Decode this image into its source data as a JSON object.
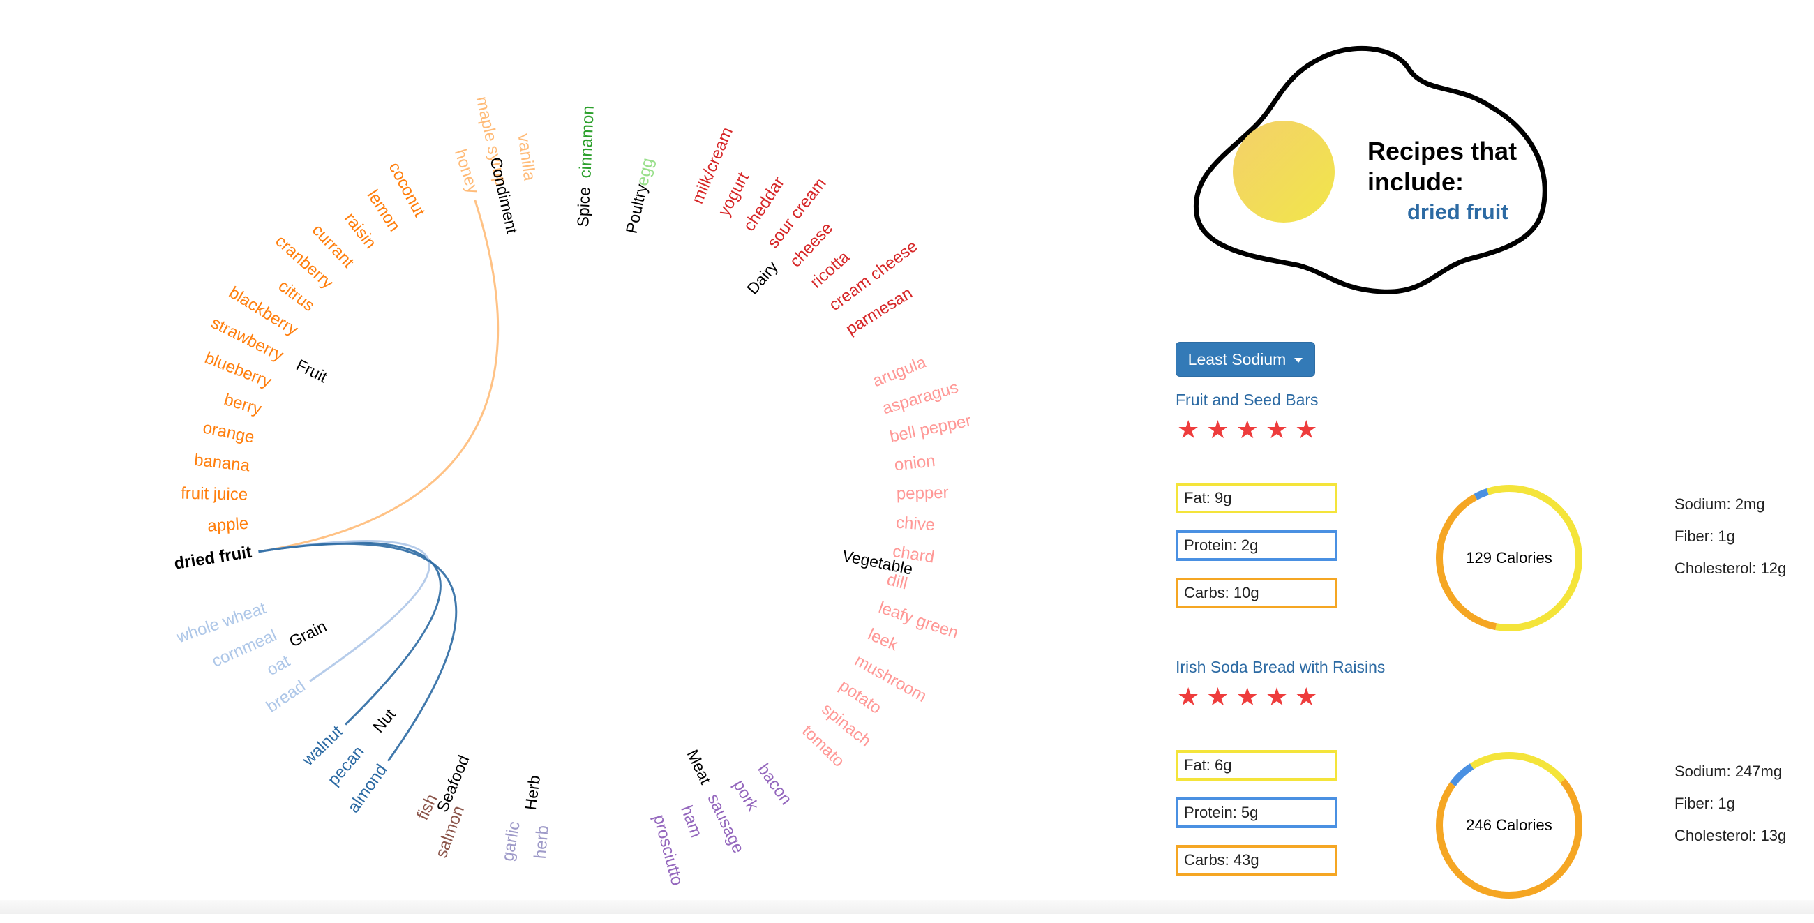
{
  "wheel": {
    "selected_ingredient": "dried fruit",
    "groups": [
      {
        "label": "Herb",
        "color": "#9e9ac8",
        "items": [
          "herb",
          "garlic"
        ]
      },
      {
        "label": "Seafood",
        "color": "#8c564b",
        "items": [
          "salmon",
          "fish"
        ]
      },
      {
        "label": "Nut",
        "color": "#2c6aa3",
        "items": [
          "almond",
          "pecan",
          "walnut"
        ]
      },
      {
        "label": "Grain",
        "color": "#aec7e8",
        "items": [
          "bread",
          "oat",
          "cornmeal",
          "whole wheat"
        ]
      },
      {
        "label": "Fruit",
        "color": "#ff7f0e",
        "items": [
          "dried fruit",
          "apple",
          "fruit juice",
          "banana",
          "orange",
          "berry",
          "blueberry",
          "strawberry",
          "blackberry",
          "citrus",
          "cranberry",
          "currant",
          "raisin",
          "lemon",
          "coconut"
        ]
      },
      {
        "label": "Condiment",
        "color": "#ffbb78",
        "items": [
          "honey",
          "maple syrup",
          "vanilla"
        ]
      },
      {
        "label": "Spice",
        "color": "#2ca02c",
        "items": [
          "cinnamon"
        ]
      },
      {
        "label": "Poultry",
        "color": "#98df8a",
        "items": [
          "egg"
        ]
      },
      {
        "label": "Dairy",
        "color": "#d62728",
        "items": [
          "milk/cream",
          "yogurt",
          "cheddar",
          "sour cream",
          "cheese",
          "ricotta",
          "cream cheese",
          "parmesan"
        ]
      },
      {
        "label": "Vegetable",
        "color": "#ff9896",
        "items": [
          "arugula",
          "asparagus",
          "bell pepper",
          "onion",
          "pepper",
          "chive",
          "chard",
          "dill",
          "leafy green",
          "leek",
          "mushroom",
          "potato",
          "spinach",
          "tomato"
        ]
      },
      {
        "label": "Meat",
        "color": "#9467bd",
        "items": [
          "bacon",
          "pork",
          "sausage",
          "ham",
          "prosciutto"
        ]
      }
    ]
  },
  "egg": {
    "title": "Recipes that include:",
    "ingredient": "dried fruit"
  },
  "sort": {
    "label": "Least Sodium"
  },
  "recipes": [
    {
      "title": "Fruit and Seed Bars",
      "rating": 5,
      "fat": "Fat: 9g",
      "protein": "Protein: 2g",
      "carbs": "Carbs: 10g",
      "calories": "129 Calories",
      "sodium": "Sodium: 2mg",
      "fiber": "Fiber: 1g",
      "cholesterol": "Cholesterol: 12g",
      "ring": [
        {
          "nutrient": "fat",
          "fraction": 0.53,
          "color": "#f4e43a"
        },
        {
          "nutrient": "carbs",
          "fraction": 0.39,
          "color": "#f5a623"
        },
        {
          "nutrient": "protein",
          "fraction": 0.03,
          "color": "#4a90e2"
        },
        {
          "nutrient": "fat",
          "fraction": 0.05,
          "color": "#f4e43a"
        }
      ]
    },
    {
      "title": "Irish Soda Bread with Raisins",
      "rating": 5,
      "fat": "Fat: 6g",
      "protein": "Protein: 5g",
      "carbs": "Carbs: 43g",
      "calories": "246 Calories",
      "sodium": "Sodium: 247mg",
      "fiber": "Fiber: 1g",
      "cholesterol": "Cholesterol: 13g",
      "ring": [
        {
          "nutrient": "fat",
          "fraction": 0.14,
          "color": "#f4e43a"
        },
        {
          "nutrient": "carbs",
          "fraction": 0.71,
          "color": "#f5a623"
        },
        {
          "nutrient": "protein",
          "fraction": 0.06,
          "color": "#4a90e2"
        },
        {
          "nutrient": "fat",
          "fraction": 0.09,
          "color": "#f4e43a"
        }
      ]
    }
  ]
}
